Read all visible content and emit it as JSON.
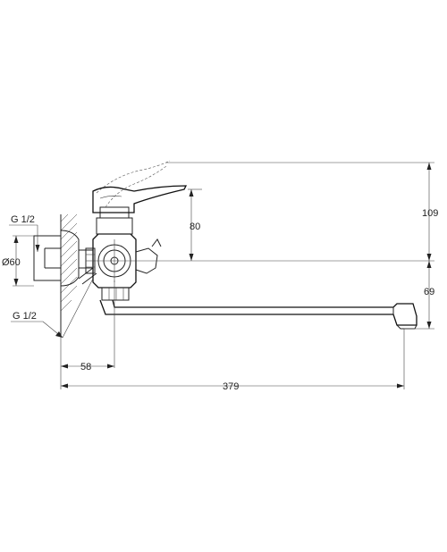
{
  "dimensions": {
    "height_total": "109",
    "lever_height": "80",
    "spout_height": "69",
    "wall_offset": "58",
    "spout_reach": "379",
    "flange_diameter": "Ø60",
    "thread_upper": "G 1/2",
    "thread_lower": "G 1/2"
  }
}
